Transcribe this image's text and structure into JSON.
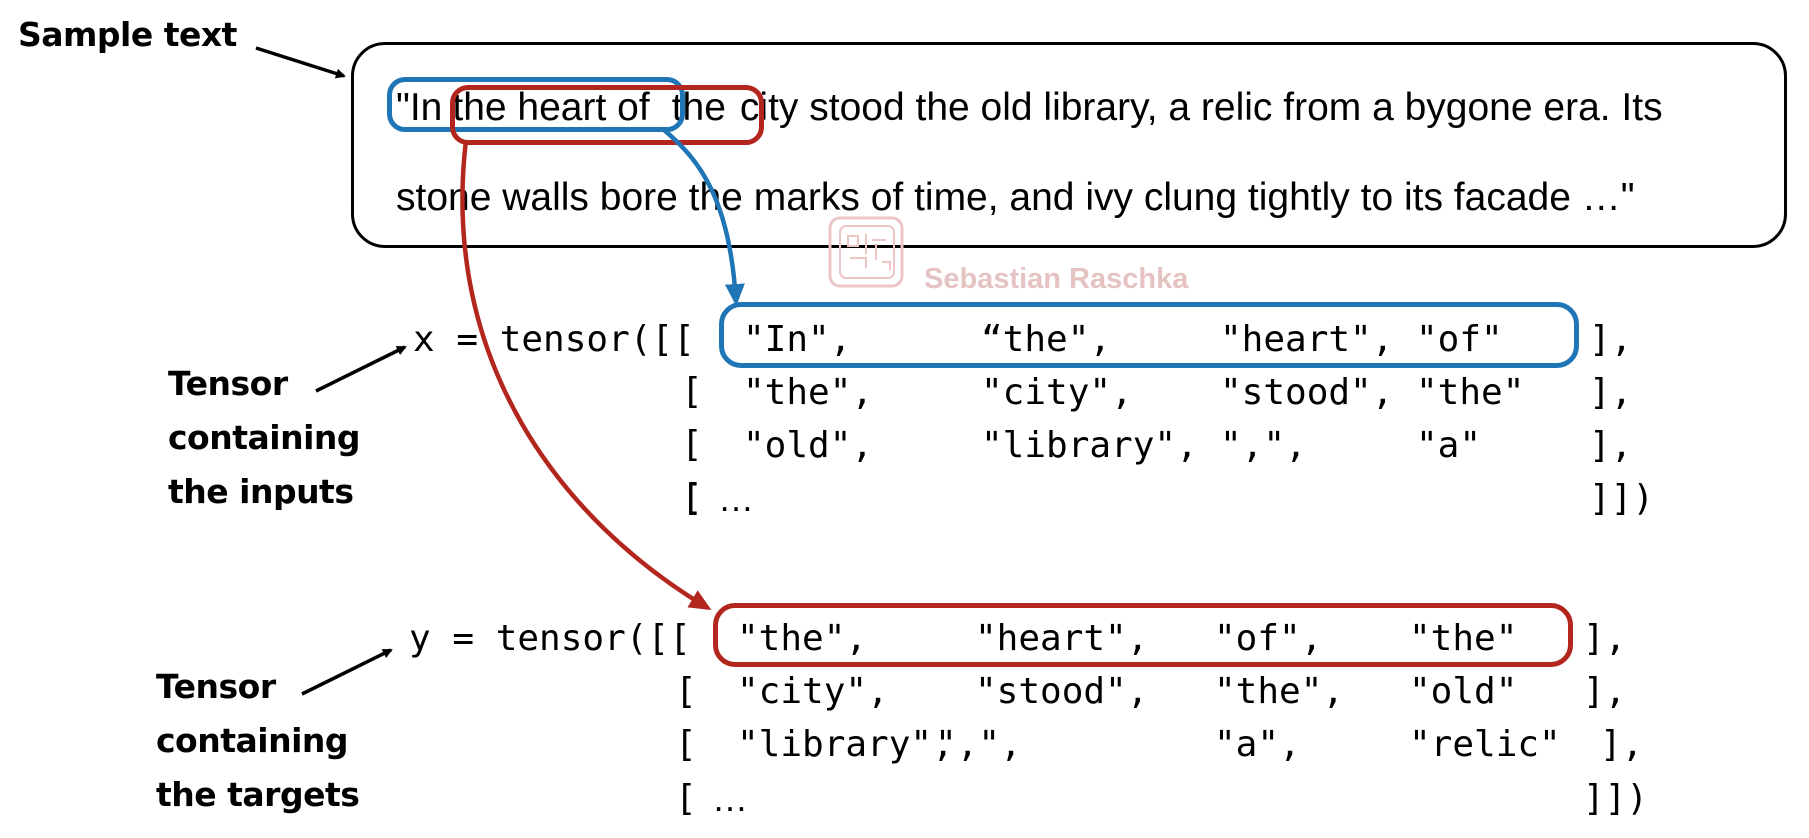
{
  "labels": {
    "sample_text": "Sample text",
    "inputs": [
      "Tensor",
      "containing",
      "the inputs"
    ],
    "targets": [
      "Tensor",
      "containing",
      "the targets"
    ]
  },
  "sample": {
    "line1_open": "\"In",
    "line1_phrase": "the heart of",
    "line1_the": "the",
    "line1_rest": "city stood the old library, a relic from a bygone era. Its",
    "line2": "stone walls bore the marks of time, and ivy clung tightly to its facade …\""
  },
  "x_tensor": {
    "prefix": "x = tensor([[",
    "row_open": "[",
    "rows": [
      [
        "\"In\",",
        "“the\",",
        "\"heart\",",
        "\"of\""
      ],
      [
        "\"the\",",
        "\"city\",",
        "\"stood\",",
        "\"the\""
      ],
      [
        "\"old\",",
        "\"library\",",
        "\",\",",
        "\"a\""
      ]
    ],
    "row_close": "],",
    "ellipsis": "…",
    "final_close": "]])"
  },
  "y_tensor": {
    "prefix": "y = tensor([[",
    "row_open": "[",
    "rows": [
      [
        "\"the\",",
        "\"heart\",",
        "\"of\",",
        "\"the\""
      ],
      [
        "\"city\",",
        "\"stood\",",
        "\"the\",",
        "\"old\""
      ],
      [
        "\"library\",",
        "\",\",",
        "\"a\",",
        "\"relic\""
      ]
    ],
    "row_close": "],",
    "ellipsis": "…",
    "final_close": "]])"
  },
  "watermark": "Sebastian Raschka",
  "colors": {
    "input_highlight": "#1f75b5",
    "target_highlight": "#b3261e",
    "watermark": "#e6c3c3"
  }
}
